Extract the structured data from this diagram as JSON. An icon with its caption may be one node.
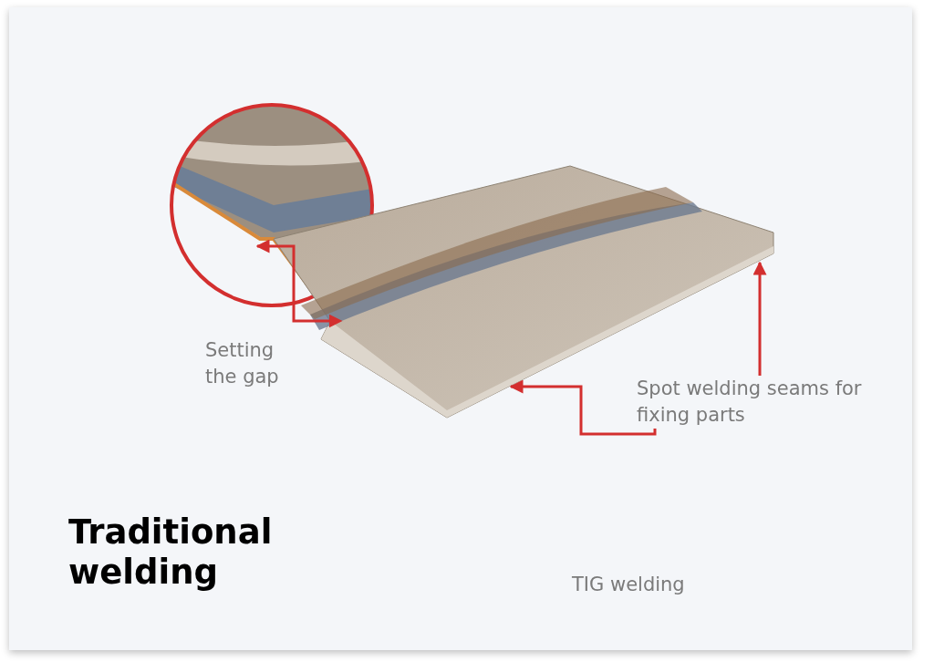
{
  "diagram": {
    "title": "Traditional welding",
    "nodes": [
      {
        "text": [],
        "shape": "picture"
      },
      {
        "text": [],
        "shape": "picture"
      },
      {
        "text": [
          "Spot welding seams for fixing parts"
        ]
      }
    ],
    "edges": [
      {
        "from": 1,
        "to": 0,
        "arrow": "both",
        "color": "#d32f2f"
      },
      {
        "from": 2,
        "to": 1,
        "arrow": "to",
        "color": "#d32f2f"
      },
      {
        "from": 2,
        "to": 1,
        "arrow": "to",
        "color": "#d32f2f"
      }
    ],
    "labels": [
      "Setting the gap",
      "TIG welding"
    ]
  }
}
